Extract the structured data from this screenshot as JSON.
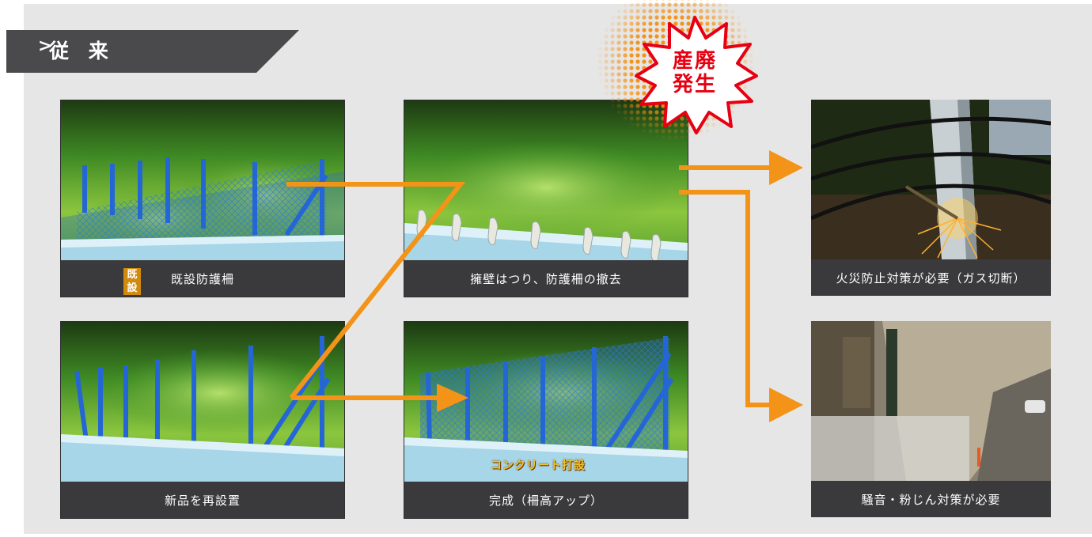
{
  "header": {
    "title": "従 来",
    "chevron": ">"
  },
  "burst": {
    "line1": "産廃",
    "line2": "発生"
  },
  "cards": {
    "existing_fence": {
      "caption": "既設防護柵",
      "label": "既設"
    },
    "removal": {
      "caption": "擁壁はつり、防護柵の撤去"
    },
    "reinstall": {
      "caption": "新品を再設置"
    },
    "complete": {
      "caption": "完成（柵高アップ）",
      "overlay_label": "コンクリート打設"
    },
    "fire": {
      "caption": "火災防止対策が必要（ガス切断）"
    },
    "noise": {
      "caption": "騒音・粉じん対策が必要"
    }
  },
  "colors": {
    "arrow": "#f39318",
    "burst_red": "#e60012",
    "tab": "#4a4a4c",
    "caption_bg": "#3a3a3c"
  }
}
